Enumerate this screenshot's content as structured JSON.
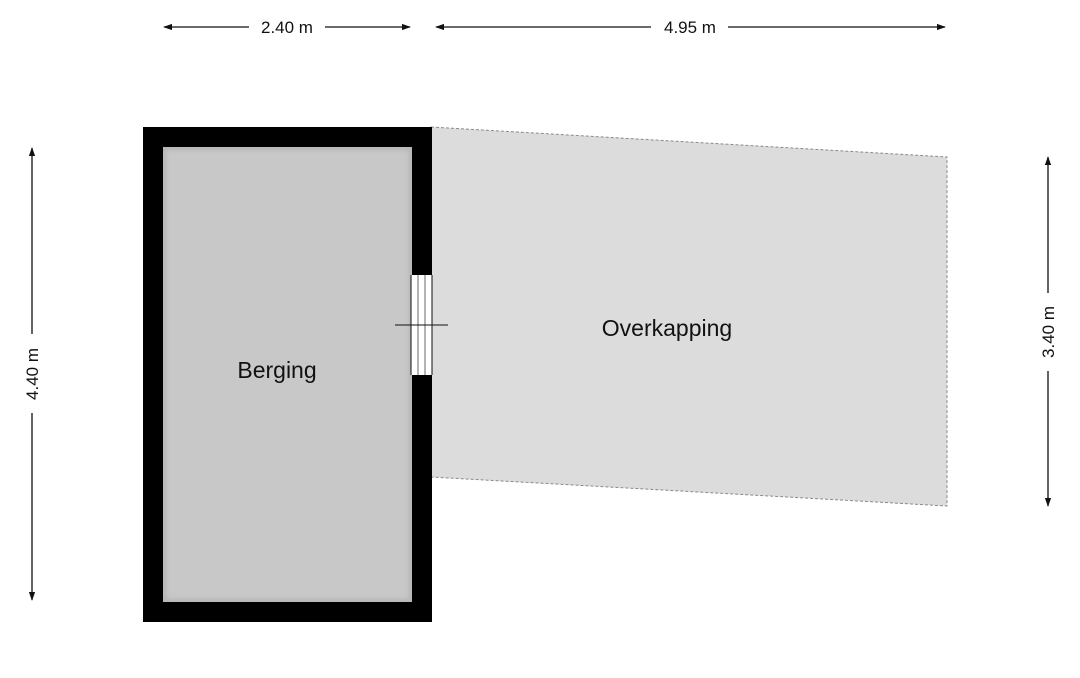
{
  "dimensions": {
    "top_left": "2.40 m",
    "top_right": "4.95 m",
    "left": "4.40 m",
    "right": "3.40 m"
  },
  "rooms": {
    "storage": "Berging",
    "canopy": "Overkapping"
  },
  "colors": {
    "wall": "#000000",
    "storage_fill": "#c8c8c8",
    "canopy_fill": "#dcdcdc",
    "dimension_line": "#111111",
    "canopy_outline": "#8a8a8a"
  }
}
